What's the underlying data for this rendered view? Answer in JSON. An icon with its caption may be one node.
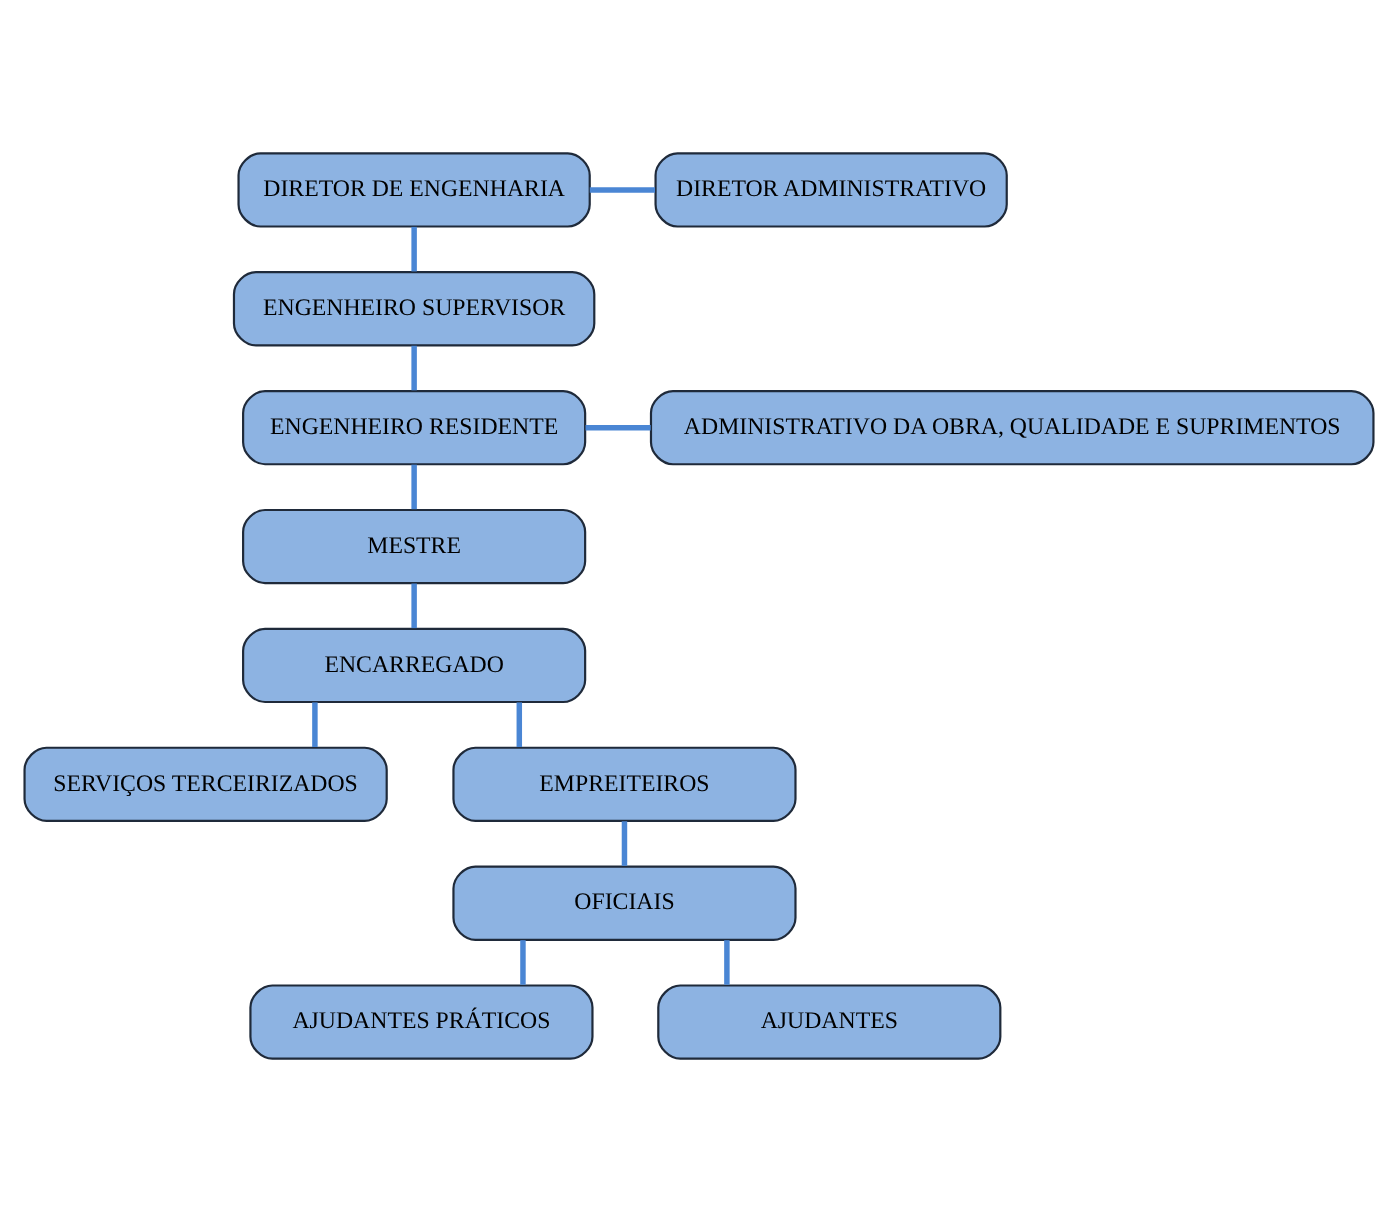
{
  "diagram": {
    "nodes": [
      {
        "text": [
          "DIRETOR ADMINISTRATIVO"
        ]
      },
      {
        "text": [
          "DIRETOR DE ENGENHARIA"
        ]
      },
      {
        "text": [
          "ENGENHEIRO SUPERVISOR"
        ]
      },
      {
        "text": [
          "ADMINISTRATIVO DA OBRA, QUALIDADE E SUPRIMENTOS"
        ]
      },
      {
        "text": [
          "ENGENHEIRO RESIDENTE"
        ]
      },
      {
        "text": [
          "MESTRE"
        ]
      },
      {
        "text": [
          "ENCARREGADO"
        ]
      },
      {
        "text": [
          "SERVIÇOS TERCEIRIZADOS"
        ]
      },
      {
        "text": [
          "EMPREITEIROS"
        ]
      },
      {
        "text": [
          "OFICIAIS"
        ]
      },
      {
        "text": [
          "AJUDANTES PRÁTICOS"
        ]
      },
      {
        "text": [
          "AJUDANTES"
        ]
      }
    ],
    "edges": [
      {
        "from": 1,
        "to": 0,
        "arrow": "none"
      },
      {
        "from": 1,
        "to": 2,
        "arrow": "none"
      },
      {
        "from": 2,
        "to": 4,
        "arrow": "none"
      },
      {
        "from": 4,
        "to": 3,
        "arrow": "none"
      },
      {
        "from": 4,
        "to": 5,
        "arrow": "none"
      },
      {
        "from": 5,
        "to": 6,
        "arrow": "none"
      },
      {
        "from": 6,
        "to": 7,
        "arrow": "none"
      },
      {
        "from": 6,
        "to": 8,
        "arrow": "none"
      },
      {
        "from": 8,
        "to": 9,
        "arrow": "none"
      },
      {
        "from": 9,
        "to": 10,
        "arrow": "none"
      },
      {
        "from": 9,
        "to": 11,
        "arrow": "none"
      }
    ]
  }
}
